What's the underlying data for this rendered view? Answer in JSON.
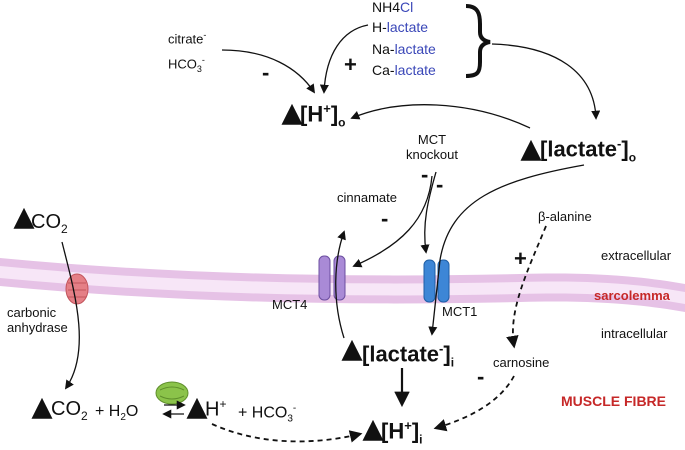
{
  "top_left": {
    "citrate": "citrate",
    "citrate_sup": "-",
    "bicarb": "HCO",
    "bicarb_sub": "3",
    "bicarb_sup": "-"
  },
  "buffers": {
    "nh4cl": {
      "prefix": "NH4",
      "colored": "Cl"
    },
    "h_lactate": {
      "prefix": "H-",
      "colored": "lactate"
    },
    "na_lactate": {
      "prefix": "Na-",
      "colored": "lactate"
    },
    "ca_lactate": {
      "prefix": "Ca-",
      "colored": "lactate"
    }
  },
  "signs": {
    "minus_citrate": "-",
    "plus_buffers": "+",
    "minus_cinnamate": "-",
    "minus_mct_ko_1": "-",
    "minus_mct_ko_2": "-",
    "plus_beta_alanine": "+",
    "minus_carnosine": "-"
  },
  "h_out": {
    "base": "[H",
    "sup": "+",
    "tail": "]",
    "sub": "o"
  },
  "lactate_out": {
    "base": "[lactate",
    "sup": "-",
    "tail": "]",
    "sub": "o"
  },
  "mct_knockout": {
    "line1": "MCT",
    "line2": "knockout"
  },
  "cinnamate": "cinnamate",
  "beta_alanine": "β-alanine",
  "co2_top": {
    "base": "CO",
    "sub": "2"
  },
  "carbonic_anhydrase": {
    "line1": "carbonic",
    "line2": "anhydrase"
  },
  "membrane": {
    "extracellular": "extracellular",
    "sarcolemma": "sarcolemma",
    "intracellular": "intracellular",
    "muscle_fibre": "MUSCLE FIBRE"
  },
  "transporters": {
    "mct4": "MCT4",
    "mct1": "MCT1"
  },
  "lactate_in": {
    "base": "[lactate",
    "sup": "-",
    "tail": "]",
    "sub": "i"
  },
  "carnosine": "carnosine",
  "reaction": {
    "co2": "CO",
    "co2_sub": "2",
    "plus1": "+ H",
    "h2o_sub": "2",
    "h2o_tail": "O",
    "h": "H",
    "h_sup": "+",
    "plus2": "+ HCO",
    "hco3_sub": "3",
    "hco3_sup": "-"
  },
  "h_in": {
    "base": "[H",
    "sup": "+",
    "tail": "]",
    "sub": "i"
  },
  "colors": {
    "membrane": "#e6c2e6",
    "membrane_inner": "#f7e6f7",
    "mct4": "#a98ad6",
    "mct1": "#3d86d6",
    "anhydrase": "#e57f86",
    "enzyme": "#8bc34a",
    "label_blue": "#3a47b8",
    "label_red": "#c62828"
  }
}
